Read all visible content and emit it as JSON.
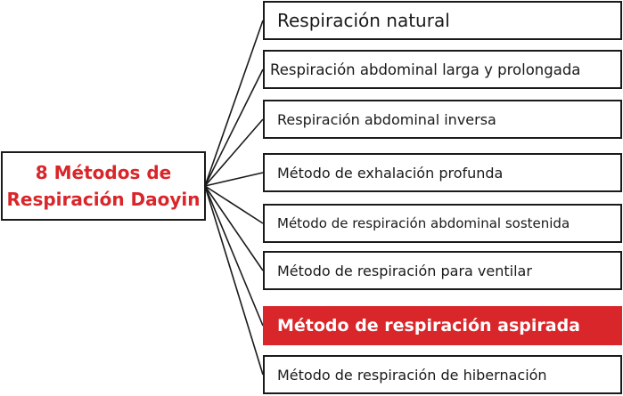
{
  "root": {
    "line1": "8 Métodos de",
    "line2": "Respiración Daoyin"
  },
  "methods": [
    {
      "label": "Respiración natural",
      "highlighted": false
    },
    {
      "label": "Respiración abdominal larga y prolongada",
      "highlighted": false
    },
    {
      "label": "Respiración abdominal inversa",
      "highlighted": false
    },
    {
      "label": "Método de exhalación profunda",
      "highlighted": false
    },
    {
      "label": "Método de respiración abdominal sostenida",
      "highlighted": false
    },
    {
      "label": "Método de respiración para ventilar",
      "highlighted": false
    },
    {
      "label": "Método de respiración aspirada",
      "highlighted": true
    },
    {
      "label": "Método de respiración de hibernación",
      "highlighted": false
    }
  ],
  "colors": {
    "accent": "#d9262a",
    "line": "#1a1a1a"
  }
}
